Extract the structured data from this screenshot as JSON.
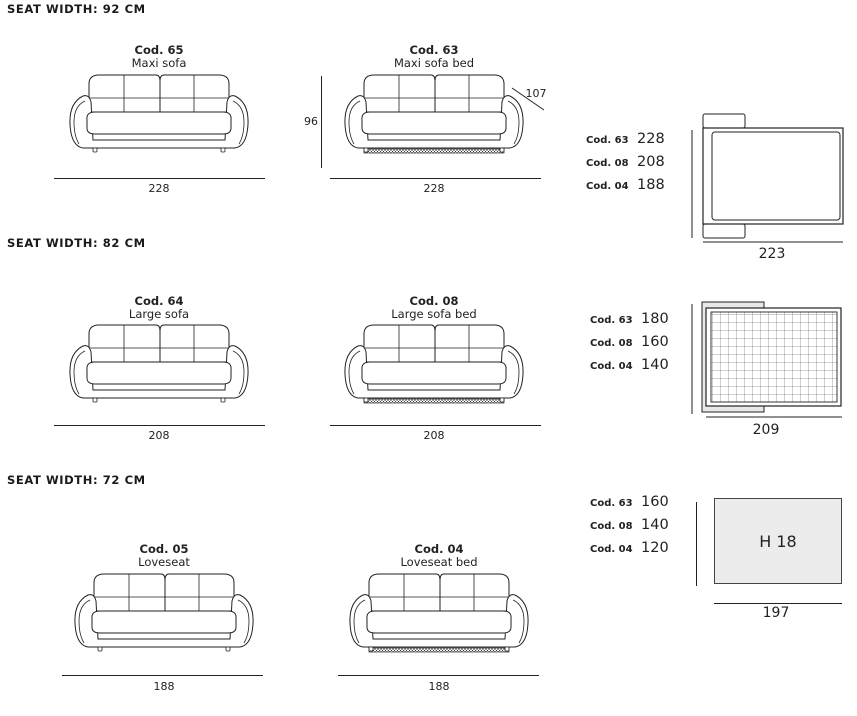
{
  "sections": [
    {
      "label": "SEAT WIDTH: 92 CM",
      "sofas": [
        {
          "code": "Cod. 65",
          "name": "Maxi sofa",
          "width": "228"
        },
        {
          "code": "Cod. 63",
          "name": "Maxi sofa bed",
          "width": "228",
          "height": "96",
          "depth": "107"
        }
      ],
      "bed_codes": [
        {
          "code": "Cod. 63",
          "value": "228"
        },
        {
          "code": "Cod. 08",
          "value": "208"
        },
        {
          "code": "Cod. 04",
          "value": "188"
        }
      ],
      "plan_width": "223"
    },
    {
      "label": "SEAT WIDTH: 82 CM",
      "sofas": [
        {
          "code": "Cod. 64",
          "name": "Large sofa",
          "width": "208"
        },
        {
          "code": "Cod. 08",
          "name": "Large sofa bed",
          "width": "208"
        }
      ],
      "bed_codes": [
        {
          "code": "Cod. 63",
          "value": "180"
        },
        {
          "code": "Cod. 08",
          "value": "160"
        },
        {
          "code": "Cod. 04",
          "value": "140"
        }
      ],
      "plan_width": "209"
    },
    {
      "label": "SEAT WIDTH: 72 CM",
      "sofas": [
        {
          "code": "Cod. 05",
          "name": "Loveseat",
          "width": "188"
        },
        {
          "code": "Cod. 04",
          "name": "Loveseat bed",
          "width": "188"
        }
      ],
      "bed_codes": [
        {
          "code": "Cod. 63",
          "value": "160"
        },
        {
          "code": "Cod. 08",
          "value": "140"
        },
        {
          "code": "Cod. 04",
          "value": "120"
        }
      ],
      "plan_width": "197",
      "mattress_label": "H 18"
    }
  ]
}
